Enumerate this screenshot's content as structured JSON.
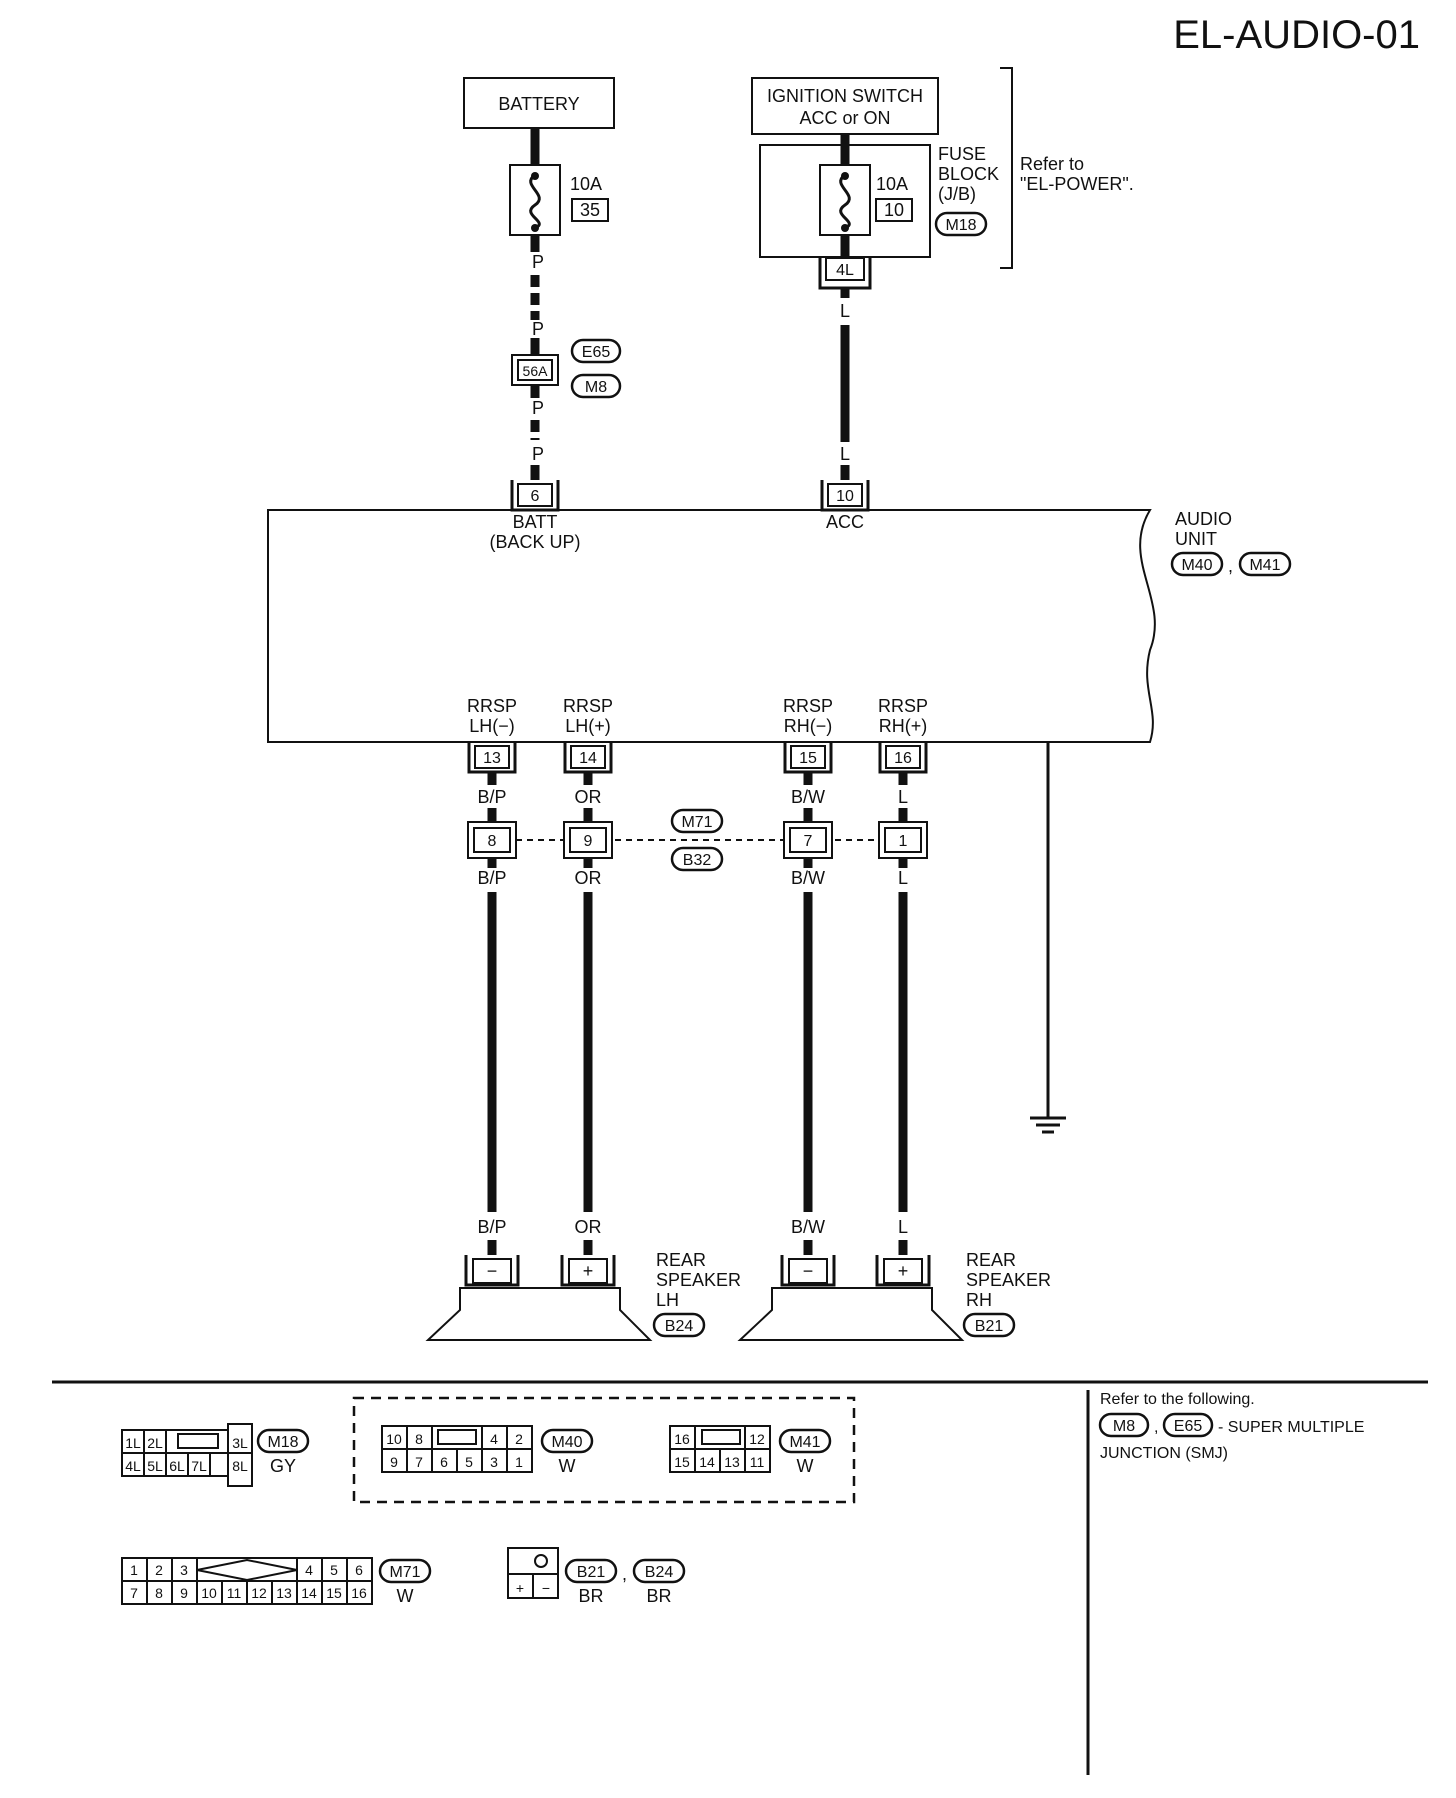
{
  "title": "EL-AUDIO-01",
  "battery": {
    "label": "BATTERY",
    "fuse_rating": "10A",
    "fuse_no": "35"
  },
  "ignition": {
    "line1": "IGNITION SWITCH",
    "line2": "ACC or ON",
    "fuse_rating": "10A",
    "fuse_no": "10"
  },
  "fuse_block": {
    "line1": "FUSE",
    "line2": "BLOCK",
    "line3": "(J/B)",
    "connector": "M18",
    "terminal": "4L"
  },
  "refer_power": {
    "line1": "Refer to",
    "line2": "\"EL-POWER\"."
  },
  "smj": {
    "connector1": "E65",
    "connector2": "M8",
    "terminal": "56A"
  },
  "wire_colors": {
    "p": "P",
    "l": "L",
    "bp": "B/P",
    "or": "OR",
    "bw": "B/W"
  },
  "audio_unit": {
    "line1": "AUDIO",
    "line2": "UNIT",
    "connector1": "M40",
    "connector2": "M41",
    "sep": ",",
    "batt_terminal": "6",
    "batt_line1": "BATT",
    "batt_line2": "(BACK UP)",
    "acc_terminal": "10",
    "acc_label": "ACC",
    "outputs": [
      {
        "line1": "RRSP",
        "line2": "LH(−)",
        "terminal": "13"
      },
      {
        "line1": "RRSP",
        "line2": "LH(+)",
        "terminal": "14"
      },
      {
        "line1": "RRSP",
        "line2": "RH(−)",
        "terminal": "15"
      },
      {
        "line1": "RRSP",
        "line2": "RH(+)",
        "terminal": "16"
      }
    ]
  },
  "inline_connector": {
    "connector1": "M71",
    "connector2": "B32",
    "terminals": [
      "8",
      "9",
      "7",
      "1"
    ]
  },
  "speakers": {
    "lh": {
      "line1": "REAR",
      "line2": "SPEAKER",
      "line3": "LH",
      "connector": "B24",
      "minus": "−",
      "plus": "+"
    },
    "rh": {
      "line1": "REAR",
      "line2": "SPEAKER",
      "line3": "RH",
      "connector": "B21",
      "minus": "−",
      "plus": "+"
    }
  },
  "connector_views": {
    "m18": {
      "name": "M18",
      "color": "GY",
      "top": [
        "1L",
        "2L"
      ],
      "bottom": [
        "4L",
        "5L",
        "6L",
        "7L"
      ],
      "right_top": "3L",
      "right_bottom": "8L"
    },
    "m40": {
      "name": "M40",
      "color": "W",
      "top": [
        "10",
        "8",
        "",
        "4",
        "2"
      ],
      "bottom": [
        "9",
        "7",
        "6",
        "5",
        "3",
        "1"
      ]
    },
    "m41": {
      "name": "M41",
      "color": "W",
      "top": [
        "16",
        "",
        "12"
      ],
      "bottom": [
        "15",
        "14",
        "13",
        "11"
      ]
    },
    "m71": {
      "name": "M71",
      "color": "W",
      "top_left": [
        "1",
        "2",
        "3"
      ],
      "top_right": [
        "4",
        "5",
        "6"
      ],
      "bottom": [
        "7",
        "8",
        "9",
        "10",
        "11",
        "12",
        "13",
        "14",
        "15",
        "16"
      ]
    },
    "b21": {
      "name": "B21",
      "color": "BR",
      "plus": "+",
      "minus": "−"
    },
    "b24": {
      "name": "B24",
      "color": "BR",
      "sep": ","
    }
  },
  "notes": {
    "line1": "Refer to the following.",
    "conn1": "M8",
    "conn2": "E65",
    "sep": ",",
    "text1": "- SUPER MULTIPLE",
    "text2": "JUNCTION (SMJ)"
  }
}
